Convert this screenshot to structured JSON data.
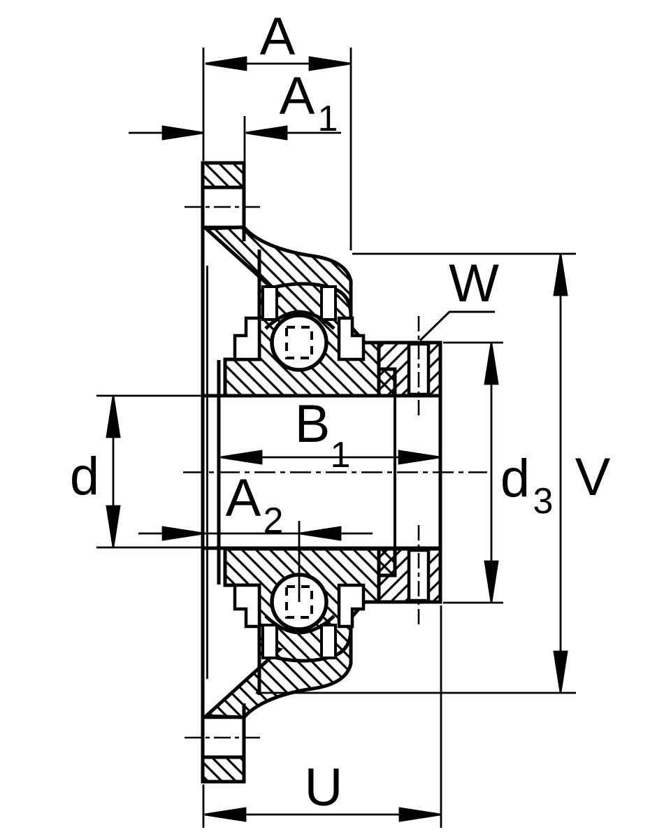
{
  "colors": {
    "ink": "#000000",
    "paper": "#ffffff"
  },
  "dimensions": {
    "A": {
      "main": "A"
    },
    "A1": {
      "main": "A",
      "sub": "1"
    },
    "A2": {
      "main": "A",
      "sub": "2"
    },
    "B1": {
      "main": "B",
      "sub": "1"
    },
    "d": {
      "main": "d"
    },
    "d3": {
      "main": "d",
      "sub": "3"
    },
    "V": {
      "main": "V"
    },
    "U": {
      "main": "U"
    },
    "W": {
      "main": "W"
    }
  }
}
